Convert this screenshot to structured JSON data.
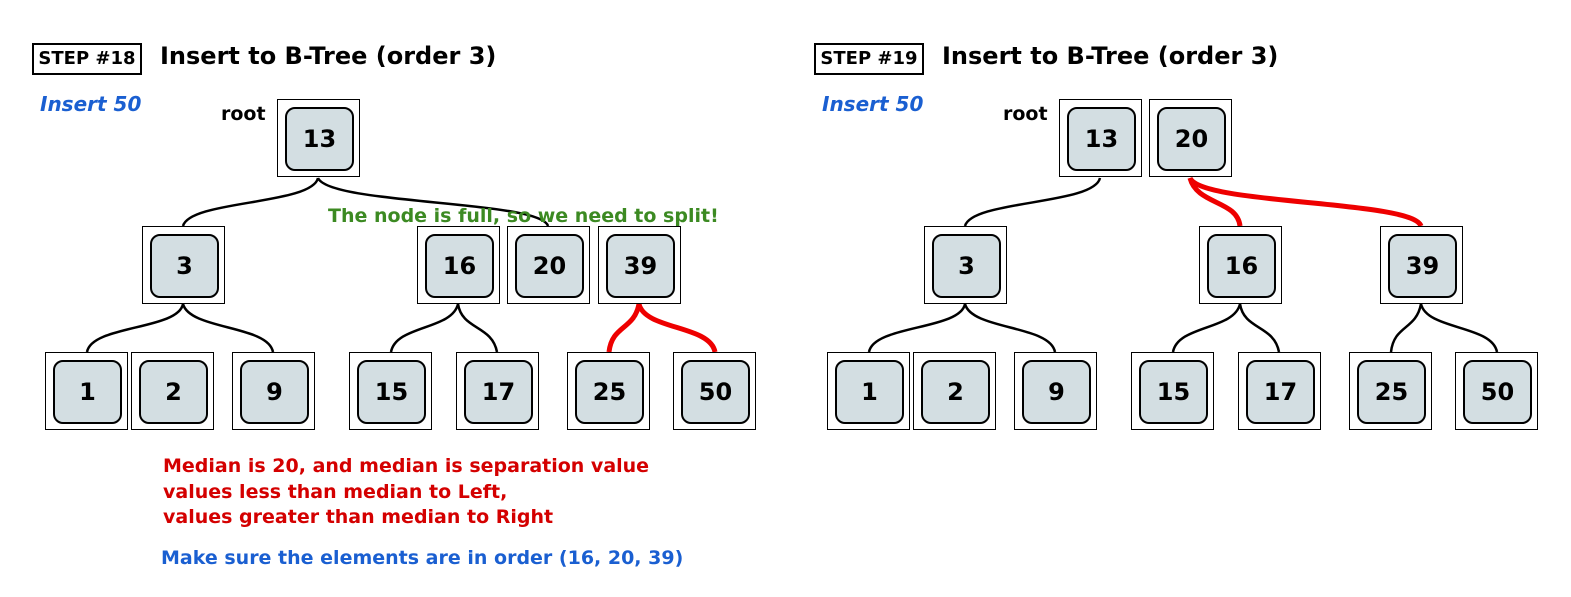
{
  "panels": [
    {
      "step": "STEP #18",
      "title": "Insert to B-Tree (order 3)",
      "insert": "Insert 50",
      "root_label": "root",
      "root_keys": [
        "13"
      ],
      "level1_keys": [
        "3",
        "16",
        "20",
        "39"
      ],
      "leaf_keys": [
        "1",
        "2",
        "9",
        "15",
        "17",
        "25",
        "50"
      ],
      "note_full": "The node is full, so we need to split!",
      "notes_red": [
        "Median is 20, and median is separation value",
        "values less than median to Left,",
        "values greater than median to Right"
      ],
      "note_order": "Make sure the elements are in order (16, 20, 39)"
    },
    {
      "step": "STEP #19",
      "title": "Insert to B-Tree (order 3)",
      "insert": "Insert 50",
      "root_label": "root",
      "root_keys": [
        "13",
        "20"
      ],
      "level1_keys": [
        "3",
        "16",
        "39"
      ],
      "leaf_keys": [
        "1",
        "2",
        "9",
        "15",
        "17",
        "25",
        "50"
      ]
    }
  ],
  "colors": {
    "node_fill": "#d3dee2",
    "highlight_edge": "#ee0000",
    "green_note": "#3c8a22",
    "red_note": "#d40000",
    "blue_note": "#1a5fd1"
  }
}
